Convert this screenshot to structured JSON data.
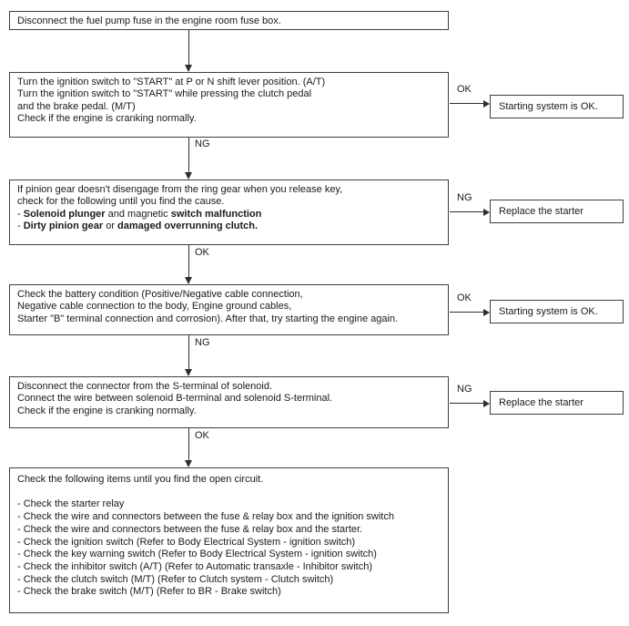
{
  "colors": {
    "background": "#ffffff",
    "border": "#3f3f3f",
    "text": "#1a1a1a",
    "line": "#2e2e2e"
  },
  "flow": {
    "steps": [
      {
        "lines": [
          [
            {
              "t": "Disconnect the fuel pump fuse in the engine room fuse box."
            }
          ]
        ]
      },
      {
        "lines": [
          [
            {
              "t": "Turn the ignition switch to \"START\" at P or N shift lever position. (A/T)"
            }
          ],
          [
            {
              "t": "Turn the ignition switch to \"START\" while pressing the clutch pedal"
            }
          ],
          [
            {
              "t": "and the brake pedal. (M/T)"
            }
          ],
          [
            {
              "t": "Check if the engine is cranking normally."
            }
          ]
        ]
      },
      {
        "lines": [
          [
            {
              "t": "If pinion gear doesn't disengage from the ring gear when you release key,"
            }
          ],
          [
            {
              "t": "check for the following until you find the cause."
            }
          ],
          [
            {
              "t": "- "
            },
            {
              "t": "Solenoid plunger",
              "b": true
            },
            {
              "t": " and magnetic "
            },
            {
              "t": "switch malfunction",
              "b": true
            }
          ],
          [
            {
              "t": "- "
            },
            {
              "t": "Dirty pinion gear",
              "b": true
            },
            {
              "t": " or "
            },
            {
              "t": "damaged overrunning clutch.",
              "b": true
            }
          ]
        ]
      },
      {
        "lines": [
          [
            {
              "t": "Check the battery condition (Positive/Negative cable connection,"
            }
          ],
          [
            {
              "t": "Negative cable connection to the body, Engine ground cables,"
            }
          ],
          [
            {
              "t": "Starter \"B\" terminal connection and corrosion). After that, try starting the engine again."
            }
          ]
        ]
      },
      {
        "lines": [
          [
            {
              "t": "Disconnect the connector from the S-terminal of solenoid."
            }
          ],
          [
            {
              "t": "Connect the wire between solenoid B-terminal and solenoid S-terminal."
            }
          ],
          [
            {
              "t": "Check if the engine is cranking normally."
            }
          ]
        ]
      },
      {
        "lines": [
          [
            {
              "t": "Check the following items until you find the open circuit."
            }
          ],
          [],
          [
            {
              "t": "- Check the starter relay"
            }
          ],
          [
            {
              "t": "- Check the wire and connectors between the fuse & relay box and the ignition switch"
            }
          ],
          [
            {
              "t": "- Check the wire and connectors between the fuse & relay box and the starter."
            }
          ],
          [
            {
              "t": "- Check the ignition switch (Refer to Body Electrical System - ignition switch)"
            }
          ],
          [
            {
              "t": "- Check the key warning switch (Refer to Body Electrical System - ignition switch)"
            }
          ],
          [
            {
              "t": "- Check the inhibitor switch (A/T) (Refer to Automatic transaxle - Inhibitor switch)"
            }
          ],
          [
            {
              "t": "- Check the clutch switch (M/T) (Refer to Clutch system - Clutch switch)"
            }
          ],
          [
            {
              "t": "- Check the brake switch (M/T) (Refer to BR - Brake switch)"
            }
          ]
        ]
      }
    ],
    "down_labels": [
      "",
      "NG",
      "OK",
      "NG",
      "OK"
    ],
    "branches": [
      {
        "label": "OK",
        "result": "Starting system is OK."
      },
      {
        "label": "NG",
        "result": "Replace the starter"
      },
      {
        "label": "OK",
        "result": "Starting system is OK."
      },
      {
        "label": "NG",
        "result": "Replace the starter"
      }
    ]
  }
}
